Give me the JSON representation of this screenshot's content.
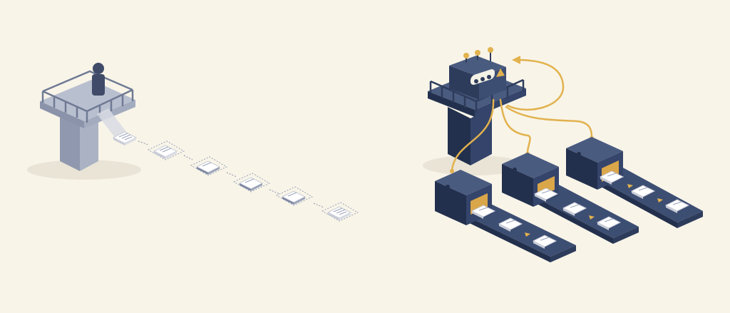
{
  "scene": {
    "left_panel": {
      "tower": "manual-watchtower",
      "operator": "person-figure",
      "document_count": 6
    },
    "right_panel": {
      "control_unit": "automation-control-box",
      "control_dots": 3,
      "antenna_count": 3,
      "warning_glyph": "warning-triangle-icon",
      "machine_count": 3,
      "documents_per_belt": 3
    }
  },
  "colors": {
    "background": "#f8f4e8",
    "left_tower": "#9aa3b8",
    "left_tower_dark": "#7f89a3",
    "operator": "#3f4b68",
    "navy": "#2e3c5c",
    "navy_dark": "#22304d",
    "navy_light": "#3d4e73",
    "accent_wire": "#e2b24e",
    "paper": "#ffffff",
    "paper_edge": "#c9ccd6"
  }
}
